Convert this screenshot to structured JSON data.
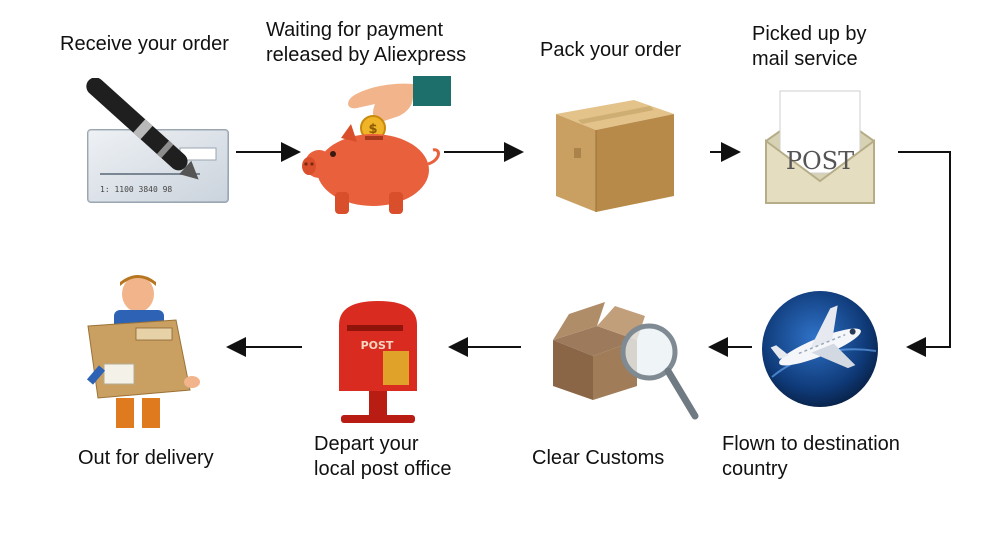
{
  "steps": [
    {
      "id": "receive",
      "label": "Receive your order",
      "icon": "cheque-pen-icon"
    },
    {
      "id": "payment",
      "label": "Waiting for payment\nreleased by Aliexpress",
      "icon": "piggy-bank-icon"
    },
    {
      "id": "pack",
      "label": "Pack your order",
      "icon": "box-icon"
    },
    {
      "id": "pickup",
      "label": "Picked up by\nmail service",
      "icon": "post-envelope-icon",
      "icon_text": "POST"
    },
    {
      "id": "flown",
      "label": "Flown to destination\ncountry",
      "icon": "airplane-icon"
    },
    {
      "id": "customs",
      "label": "Clear Customs",
      "icon": "magnifier-box-icon"
    },
    {
      "id": "depart",
      "label": "Depart your\nlocal post office",
      "icon": "mailbox-icon",
      "icon_text": "POST"
    },
    {
      "id": "delivery",
      "label": "Out for delivery",
      "icon": "courier-icon"
    }
  ],
  "colors": {
    "arrow": "#111111",
    "piggy": "#e8603c",
    "box": "#c9a062",
    "mailbox": "#d92b1f",
    "globe": "#0f3a78"
  }
}
